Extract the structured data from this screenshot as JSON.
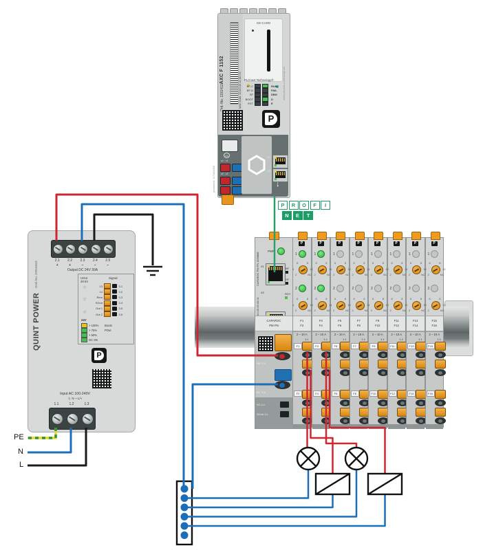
{
  "colors": {
    "wire_red": "#cf2630",
    "wire_blue": "#1b6fb8",
    "wire_black": "#1a1a1a",
    "wire_green": "#2f9e6e",
    "wire_pe_yellow": "#e8d821",
    "wire_pe_green": "#2e9636",
    "profinet_green": "#1d9e67",
    "led_green": "#43c24e",
    "terminal_orange": "#e8951d"
  },
  "plc": {
    "ord": "Ord.-No. 1151412",
    "model": "AXC F 1152",
    "mac": "MAC Addr. 00:A0:45:41:0D:29",
    "side_note": "password: 3c7a0d490",
    "sd_label": "SD-CARD",
    "community": "www.plcnext-community.net",
    "tech": "PLCnext Technology®",
    "led_left": [
      "BF-C",
      "BF-D",
      "SF",
      "BOOT",
      "EXT"
    ],
    "led_right": [
      {
        "label": "RUN",
        "on": true
      },
      {
        "label": "FAIL",
        "on": false
      },
      {
        "label": "DBG",
        "on": false
      },
      {
        "label": "D",
        "on": true
      },
      {
        "label": "E",
        "on": false
      }
    ],
    "ul": "UL",
    "term_row1": "a1 · s1",
    "term_row2": "a2 · s2",
    "port1": "X1",
    "port2": "X2"
  },
  "profinet": {
    "row1": [
      "P",
      "R",
      "O",
      "F",
      "I"
    ],
    "row2": [
      "N",
      "E",
      "T"
    ]
  },
  "psu": {
    "brand": "QUINT POWER",
    "ord": "Ord.No.2904602",
    "out_terminals": [
      "2.1",
      "2.2",
      "2.3",
      "2.4",
      "2.5"
    ],
    "out_polarity": [
      "+",
      "+",
      "−",
      "−",
      "−"
    ],
    "out_label": "Output DC 24V 30A",
    "uout_label": "UOut",
    "uout_value": "29.5V",
    "signal_label": "Signal",
    "signal_symbols": [
      "◇",
      "▽",
      "◇"
    ],
    "signal_rows": [
      {
        "name": "13",
        "num": "3.1"
      },
      {
        "name": "14",
        "num": "3.2"
      },
      {
        "name": "Rem",
        "num": "3.3"
      },
      {
        "name": "SGnd",
        "num": "3.4"
      },
      {
        "name": "Out 1",
        "num": "3.5"
      },
      {
        "name": "Out 2",
        "num": "3.6"
      }
    ],
    "v24_label": "24V",
    "status_rows": [
      {
        "label": "> 100%",
        "note": "Boost",
        "color": "#e8c51d"
      },
      {
        "label": "> 75%",
        "note": "POut",
        "color": "#43c24e"
      },
      {
        "label": "> 50%",
        "note": "",
        "color": "#43c24e"
      },
      {
        "label": "DC OK",
        "note": "",
        "color": "#43c24e"
      }
    ],
    "input_label": "Input AC 100-240V",
    "input_sub": "⏚  N ~ L/+",
    "input_terminals": [
      "1.1",
      "1.2",
      "1.3"
    ]
  },
  "mains": {
    "pe": "PE",
    "n": "N",
    "l": "L"
  },
  "caparoc": {
    "pm": {
      "side": "CAPAROC PM PN 1159886",
      "mac": "MAC: 00:A0:45:05:00:01",
      "pwr": "PWR",
      "port1": "X1",
      "port2": "X2",
      "bf": "BF",
      "sf": "SF",
      "rdy": "RDY",
      "band1": "CAPAROC",
      "band2": "PM PN",
      "in_plus": "IN+ 2.1",
      "in_minus": "IN− 2.1",
      "io": "I/O 4.1",
      "sgnd": "SGnd 3.1"
    },
    "channel_labels": [
      "1",
      "2"
    ],
    "rating": "2 – 10 A",
    "terminal": "1.1",
    "dial_marks": {
      "tl": "6",
      "tr": "8",
      "l": "4",
      "r": "10",
      "bl": "2",
      "br": "NC"
    },
    "modules": [
      {
        "top": "F1",
        "bottom": "F2",
        "on": true
      },
      {
        "top": "F3",
        "bottom": "F4",
        "on": true
      },
      {
        "top": "F5",
        "bottom": "F6",
        "on": false
      },
      {
        "top": "F7",
        "bottom": "F8",
        "on": false
      },
      {
        "top": "F9",
        "bottom": "F10",
        "on": false
      },
      {
        "top": "F11",
        "bottom": "F12",
        "on": false
      },
      {
        "top": "F13",
        "bottom": "F14",
        "on": false
      },
      {
        "top": "F15",
        "bottom": "F16",
        "on": false
      }
    ]
  }
}
